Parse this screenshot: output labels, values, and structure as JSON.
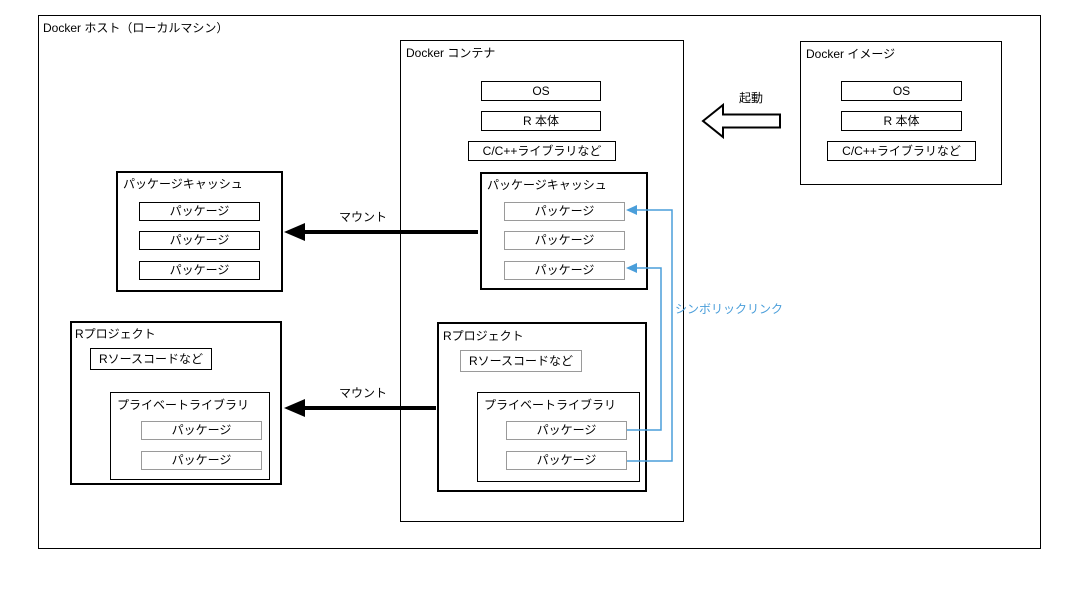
{
  "host": {
    "title": "Docker ホスト（ローカルマシン）",
    "package_cache": {
      "title": "パッケージキャッシュ",
      "packages": [
        "パッケージ",
        "パッケージ",
        "パッケージ"
      ]
    },
    "r_project": {
      "title": "Rプロジェクト",
      "source": "Rソースコードなど",
      "private_library": {
        "title": "プライベートライブラリ",
        "packages": [
          "パッケージ",
          "パッケージ"
        ]
      }
    }
  },
  "container": {
    "title": "Docker コンテナ",
    "stack": [
      "OS",
      "R 本体",
      "C/C++ライブラリなど"
    ],
    "package_cache": {
      "title": "パッケージキャッシュ",
      "packages": [
        "パッケージ",
        "パッケージ",
        "パッケージ"
      ]
    },
    "r_project": {
      "title": "Rプロジェクト",
      "source": "Rソースコードなど",
      "private_library": {
        "title": "プライベートライブラリ",
        "packages": [
          "パッケージ",
          "パッケージ"
        ]
      }
    }
  },
  "image": {
    "title": "Docker イメージ",
    "stack": [
      "OS",
      "R 本体",
      "C/C++ライブラリなど"
    ]
  },
  "labels": {
    "mount_top": "マウント",
    "mount_bottom": "マウント",
    "boot": "起動",
    "symlink": "シンボリックリンク"
  },
  "colors": {
    "symlink_blue": "#4a9eda",
    "line_black": "#000000"
  }
}
